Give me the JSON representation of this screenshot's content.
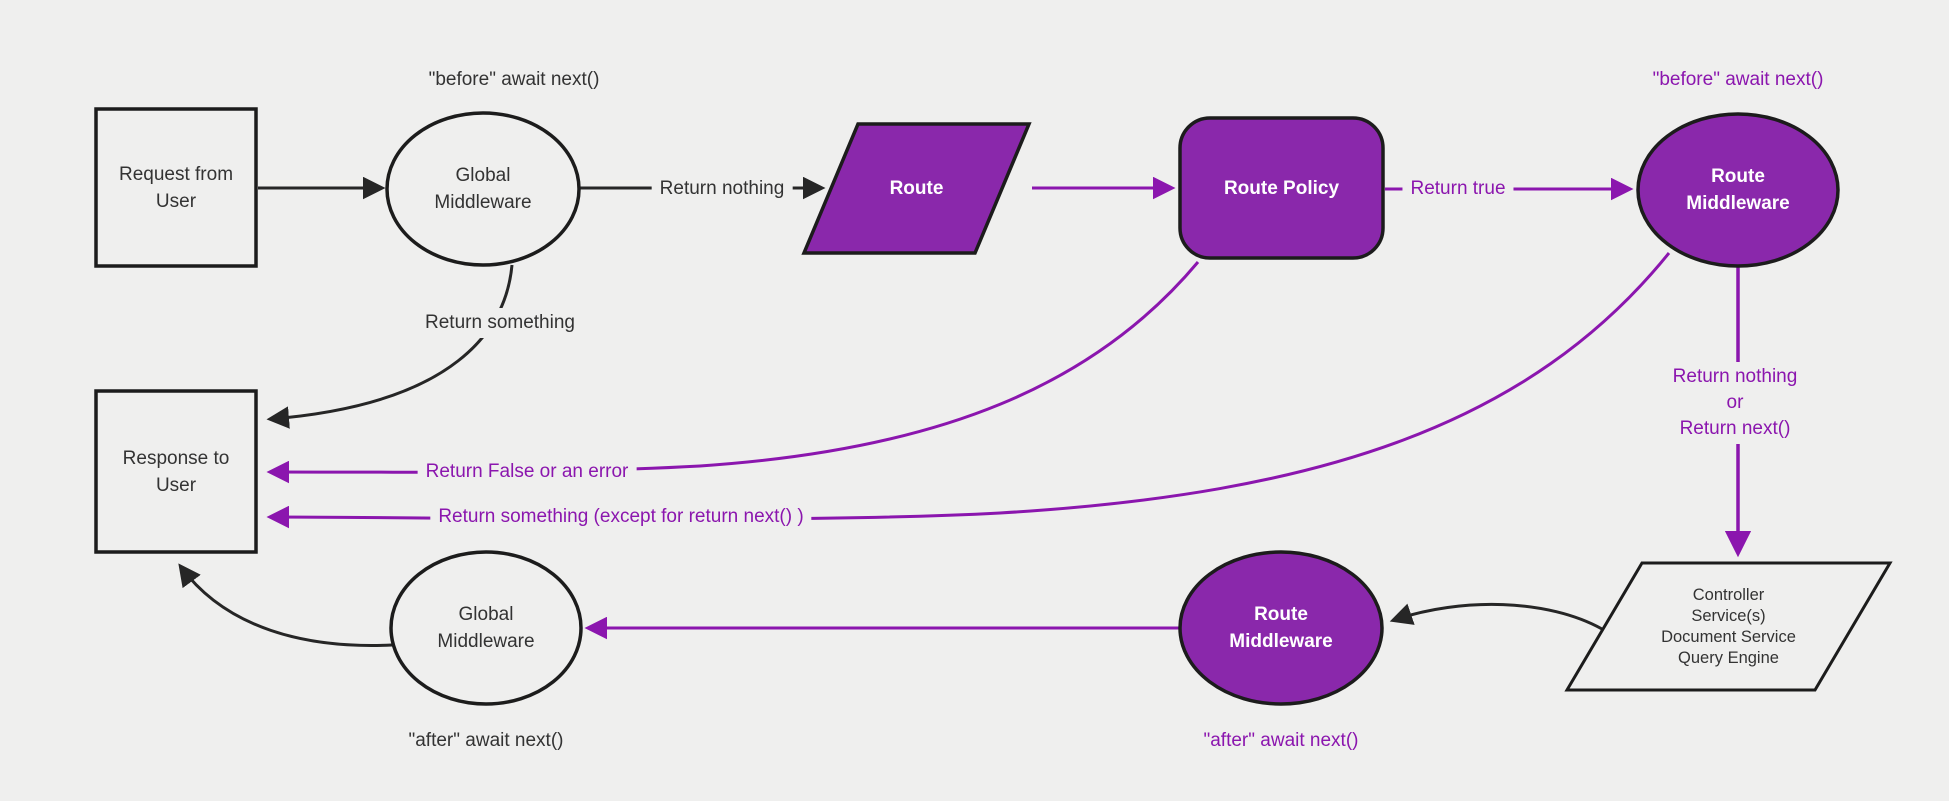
{
  "diagram": {
    "title": "Middleware request and response lifecycle flowchart",
    "colors": {
      "background": "#efefee",
      "purple_stroke": "#8b16ae",
      "purple_fill": "#8a28ab",
      "black_stroke": "#262626",
      "dark_text": "#333333",
      "white_text": "#ffffff"
    },
    "nodes": {
      "request": {
        "label": "Request from\nUser"
      },
      "global_middleware_top": {
        "label": "Global\nMiddleware"
      },
      "route": {
        "label": "Route"
      },
      "route_policy": {
        "label": "Route Policy"
      },
      "route_middleware_top": {
        "label": "Route\nMiddleware"
      },
      "controller": {
        "label": "Controller\nService(s)\nDocument Service\nQuery Engine"
      },
      "route_middleware_bottom": {
        "label": "Route\nMiddleware"
      },
      "global_middleware_bottom": {
        "label": "Global\nMiddleware"
      },
      "response": {
        "label": "Response to\nUser"
      }
    },
    "edge_labels": {
      "before_global": "\"before\" await next()",
      "return_nothing": "Return nothing",
      "return_true": "Return true",
      "before_route": "\"before\" await next()",
      "return_nothing_or_next": "Return nothing\nor\nReturn next()",
      "after_route": "\"after\" await next()",
      "after_global": "\"after\" await next()",
      "return_something": "Return something",
      "return_false_or_error": "Return False or an error",
      "return_something_except": "Return something (except for return next() )"
    }
  }
}
